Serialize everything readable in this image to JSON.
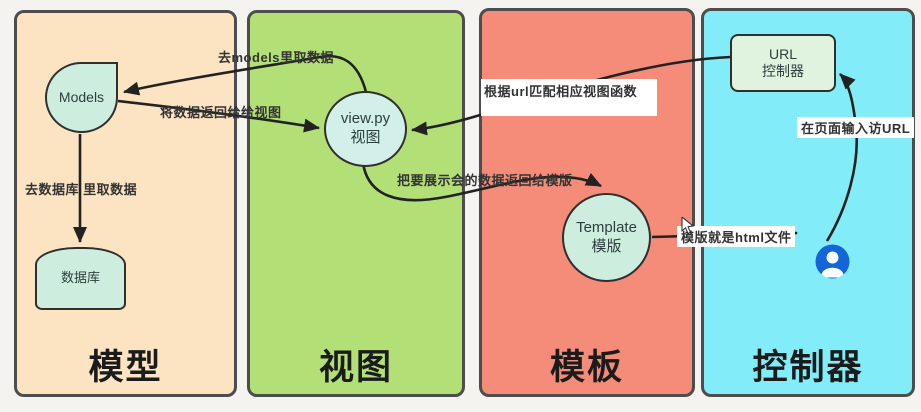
{
  "panels": [
    {
      "key": "model",
      "title": "模型",
      "fill": "#fce4c2"
    },
    {
      "key": "view",
      "title": "视图",
      "fill": "#b2df76"
    },
    {
      "key": "template",
      "title": "模板",
      "fill": "#f58b79"
    },
    {
      "key": "controller",
      "title": "控制器",
      "fill": "#82edf8"
    }
  ],
  "nodes": {
    "models": {
      "label": "Models"
    },
    "database": {
      "label": "数据库"
    },
    "view_py": {
      "line1": "view.py",
      "line2": "视图"
    },
    "template": {
      "line1": "Template",
      "line2": "模版"
    },
    "url_controller": {
      "line1": "URL",
      "line2": "控制器"
    }
  },
  "edge_labels": {
    "view_to_models": "去models里取数据",
    "models_to_view": "将数据返回给给视图",
    "models_to_db": "去数据库 里取数据",
    "url_to_view": "根据url匹配相应视图函数",
    "view_to_template": "把要展示会的数据返回给模版",
    "template_to_user": "模版就是html文件",
    "user_to_url": "在页面输入访URL"
  },
  "icons": {
    "user": "user-icon",
    "cursor": "mouse-cursor-icon"
  },
  "colors": {
    "panel_model": "#fce4c2",
    "panel_view": "#b2df76",
    "panel_template": "#f58b79",
    "panel_controller": "#82edf8",
    "node_fill": "#cdeede",
    "view_circle_fill": "#d2efe9",
    "url_box_fill": "#dff3df",
    "arrow": "#222222",
    "label_text": "#333333",
    "user_icon_blue": "#1465d8"
  }
}
